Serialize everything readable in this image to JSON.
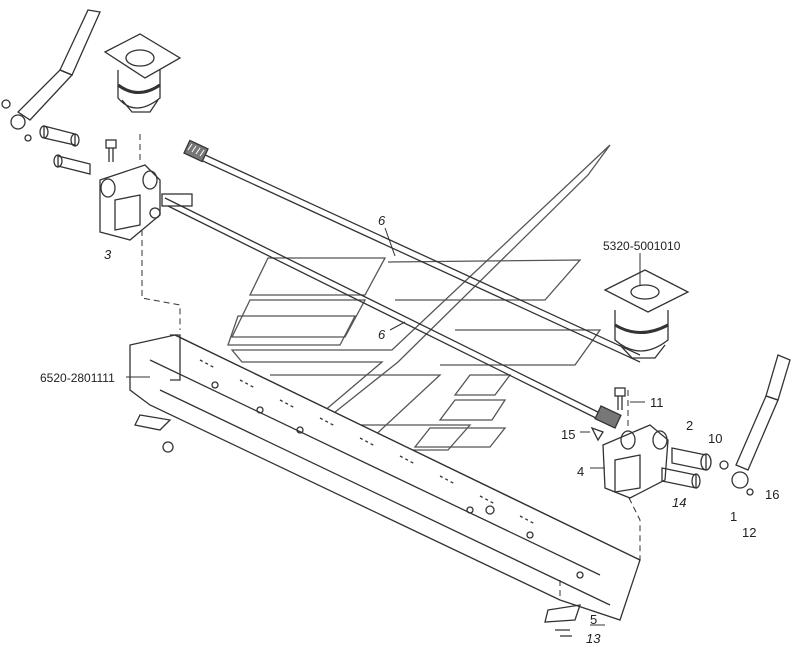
{
  "diagram": {
    "part_codes": {
      "frame": "6520-2801111",
      "cab_mount": "5320-5001010"
    },
    "callouts": {
      "c1": "1",
      "c2": "2",
      "c3": "3",
      "c4": "4",
      "c5": "5",
      "c6a": "6",
      "c6b": "6",
      "c10": "10",
      "c11": "11",
      "c12": "12",
      "c13": "13",
      "c14": "14",
      "c15": "15",
      "c16": "16"
    },
    "colors": {
      "line": "#333333",
      "watermark": "#555555",
      "background": "#ffffff"
    }
  }
}
